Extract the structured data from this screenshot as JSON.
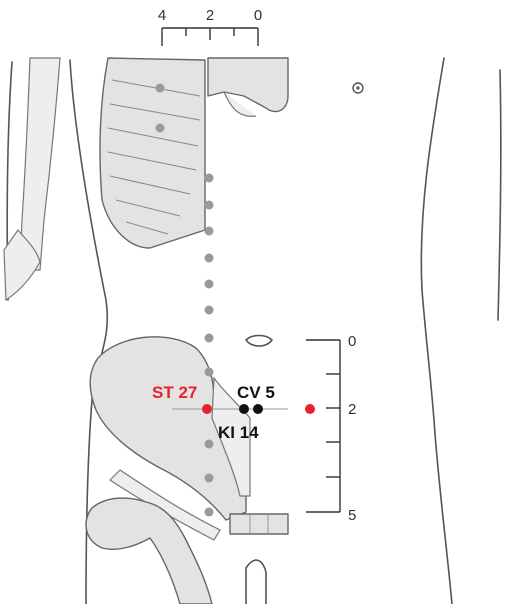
{
  "top_scale": {
    "labels": [
      "4",
      "2",
      "0"
    ]
  },
  "side_scale": {
    "labels": [
      "0",
      "2",
      "5"
    ]
  },
  "points": {
    "st27": {
      "label": "ST 27",
      "color": "#e8212d"
    },
    "cv5": {
      "label": "CV 5",
      "color": "#111111"
    },
    "ki14": {
      "label": "KI 14",
      "color": "#111111"
    }
  },
  "colors": {
    "marker_gray": "#9a9a9a",
    "bone": "#e3e3e3",
    "outline": "#555555"
  }
}
